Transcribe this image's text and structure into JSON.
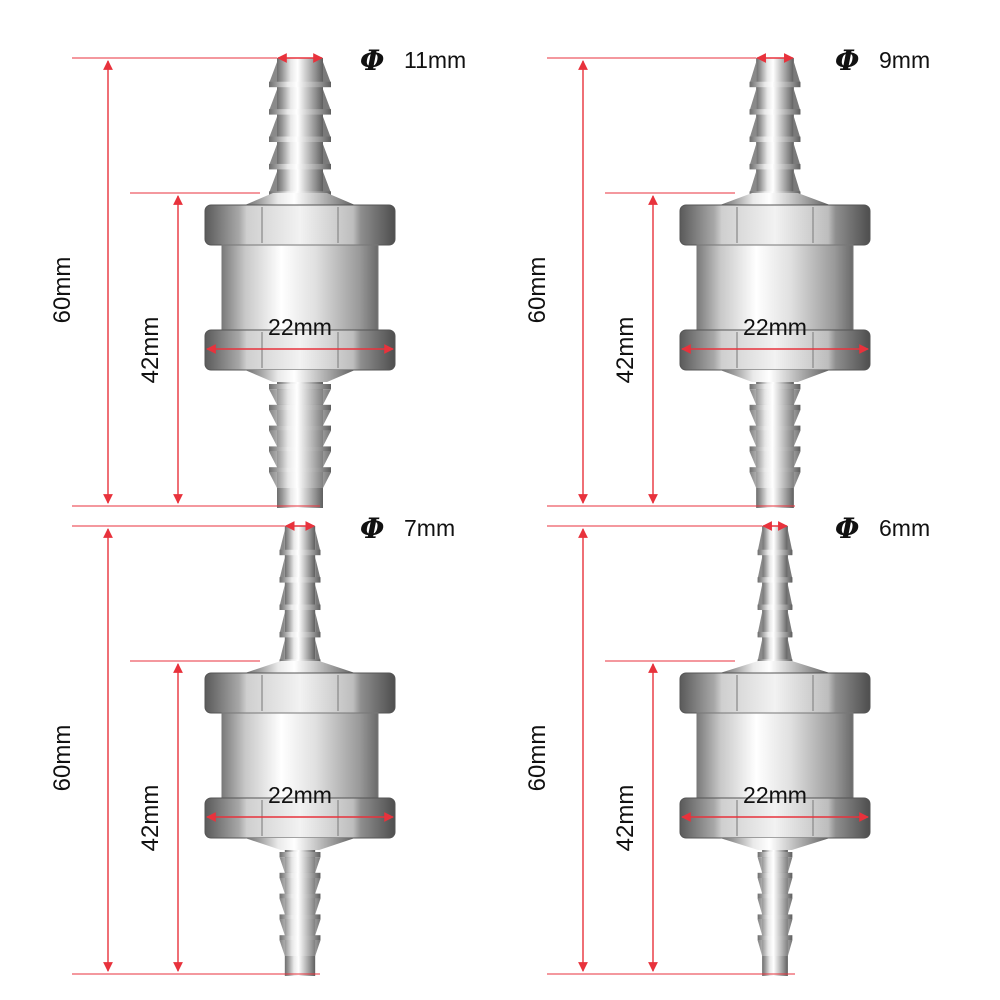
{
  "fittings": [
    {
      "diameter_symbol": "Φ",
      "diameter_label": "11mm",
      "total_length_label": "60mm",
      "body_length_label": "42mm",
      "width_label": "22mm",
      "barb_scale": 1.0
    },
    {
      "diameter_symbol": "Φ",
      "diameter_label": "9mm",
      "total_length_label": "60mm",
      "body_length_label": "42mm",
      "width_label": "22mm",
      "barb_scale": 0.82
    },
    {
      "diameter_symbol": "Φ",
      "diameter_label": "7mm",
      "total_length_label": "60mm",
      "body_length_label": "42mm",
      "width_label": "22mm",
      "barb_scale": 0.66
    },
    {
      "diameter_symbol": "Φ",
      "diameter_label": "6mm",
      "total_length_label": "60mm",
      "body_length_label": "42mm",
      "width_label": "22mm",
      "barb_scale": 0.56
    }
  ],
  "colors": {
    "dimension_line": "#e8323c",
    "guide_line": "#e8323c",
    "label_text": "#111111",
    "metal_light": "#f4f4f4",
    "metal_mid": "#b9b9b9",
    "metal_dark": "#6d6d6d"
  }
}
